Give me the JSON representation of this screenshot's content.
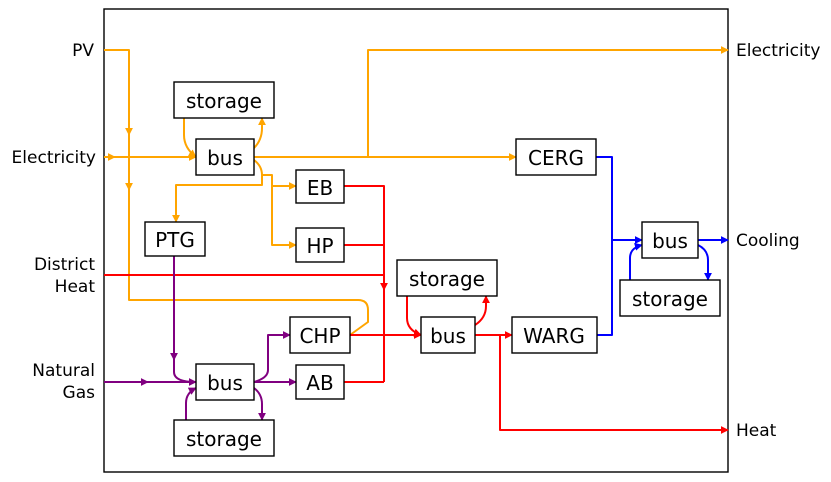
{
  "inputs": {
    "pv": "PV",
    "electricity": "Electricity",
    "district_heat_1": "District",
    "district_heat_2": "Heat",
    "natural_gas_1": "Natural",
    "natural_gas_2": "Gas"
  },
  "outputs": {
    "electricity": "Electricity",
    "cooling": "Cooling",
    "heat": "Heat"
  },
  "nodes": {
    "elec_storage": "storage",
    "elec_bus": "bus",
    "ptg": "PTG",
    "eb": "EB",
    "hp": "HP",
    "cerg": "CERG",
    "chp": "CHP",
    "ab": "AB",
    "gas_bus": "bus",
    "gas_storage": "storage",
    "heat_storage": "storage",
    "heat_bus": "bus",
    "warg": "WARG",
    "cool_bus": "bus",
    "cool_storage": "storage"
  },
  "colors": {
    "electricity": "#FFA500",
    "heat": "#FF0000",
    "gas": "#800080",
    "cooling": "#0000FF"
  }
}
